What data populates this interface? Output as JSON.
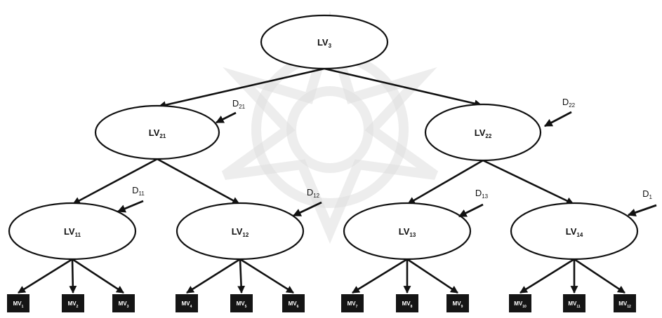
{
  "colors": {
    "line": "#111111",
    "box": "#151515",
    "watermark": "#dedede"
  },
  "latent_variables": [
    {
      "id": "lv3",
      "base": "LV",
      "sub": "3"
    },
    {
      "id": "lv21",
      "base": "LV",
      "sub": "21"
    },
    {
      "id": "lv22",
      "base": "LV",
      "sub": "22"
    },
    {
      "id": "lv11",
      "base": "LV",
      "sub": "11"
    },
    {
      "id": "lv12",
      "base": "LV",
      "sub": "12"
    },
    {
      "id": "lv13",
      "base": "LV",
      "sub": "13"
    },
    {
      "id": "lv14",
      "base": "LV",
      "sub": "14"
    }
  ],
  "disturbances": [
    {
      "id": "d21",
      "base": "D",
      "sub": "21",
      "target": "lv21"
    },
    {
      "id": "d22",
      "base": "D",
      "sub": "22",
      "target": "lv22"
    },
    {
      "id": "d11",
      "base": "D",
      "sub": "11",
      "target": "lv11"
    },
    {
      "id": "d12",
      "base": "D",
      "sub": "12",
      "target": "lv12"
    },
    {
      "id": "d13",
      "base": "D",
      "sub": "13",
      "target": "lv13"
    },
    {
      "id": "d14",
      "base": "D",
      "sub": "1",
      "target": "lv14"
    }
  ],
  "manifest_variables": [
    {
      "id": "mv1",
      "base": "MV",
      "sub": "1",
      "parent": "lv11"
    },
    {
      "id": "mv2",
      "base": "MV",
      "sub": "2",
      "parent": "lv11"
    },
    {
      "id": "mv3",
      "base": "MV",
      "sub": "3",
      "parent": "lv11"
    },
    {
      "id": "mv4",
      "base": "MV",
      "sub": "4",
      "parent": "lv12"
    },
    {
      "id": "mv5",
      "base": "MV",
      "sub": "5",
      "parent": "lv12"
    },
    {
      "id": "mv6",
      "base": "MV",
      "sub": "6",
      "parent": "lv12"
    },
    {
      "id": "mv7",
      "base": "MV",
      "sub": "7",
      "parent": "lv13"
    },
    {
      "id": "mv8",
      "base": "MV",
      "sub": "8",
      "parent": "lv13"
    },
    {
      "id": "mv9",
      "base": "MV",
      "sub": "9",
      "parent": "lv13"
    },
    {
      "id": "mv10",
      "base": "MV",
      "sub": "10",
      "parent": "lv14"
    },
    {
      "id": "mv11",
      "base": "MV",
      "sub": "11",
      "parent": "lv14"
    },
    {
      "id": "mv12",
      "base": "MV",
      "sub": "12",
      "parent": "lv14"
    }
  ],
  "structural_edges": [
    {
      "from": "lv3",
      "to": "lv21"
    },
    {
      "from": "lv3",
      "to": "lv22"
    },
    {
      "from": "lv21",
      "to": "lv11"
    },
    {
      "from": "lv21",
      "to": "lv12"
    },
    {
      "from": "lv22",
      "to": "lv13"
    },
    {
      "from": "lv22",
      "to": "lv14"
    }
  ]
}
